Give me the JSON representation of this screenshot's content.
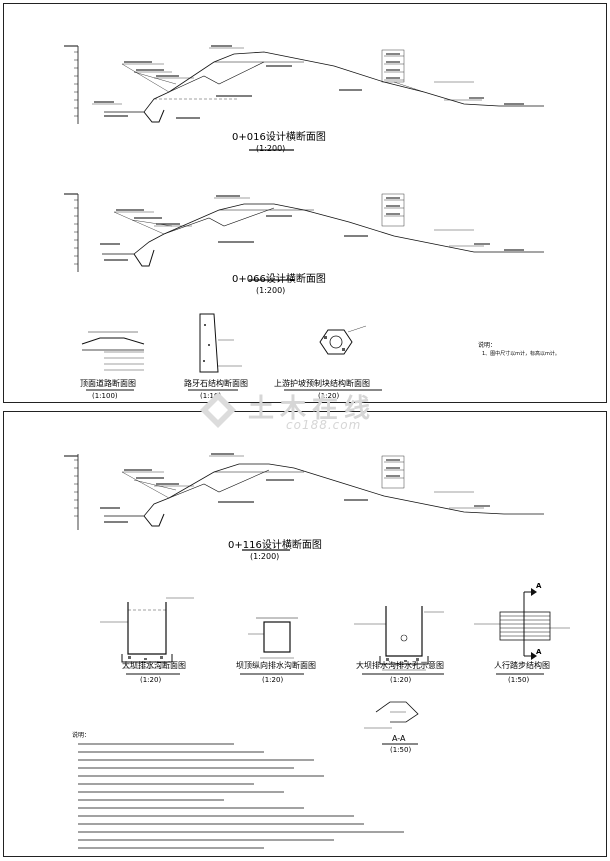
{
  "sheet1": {
    "section1": {
      "title": "0+016设计横断面图",
      "scale": "(1:200)"
    },
    "section2": {
      "title": "0+066设计横断面图",
      "scale": "(1:200)"
    },
    "detail_road": {
      "title": "顶面道路断面图",
      "scale": "(1:100)"
    },
    "detail_curb": {
      "title": "路牙石结构断面图",
      "scale": "(1:10)"
    },
    "detail_hex": {
      "title": "上游护坡预制块结构断面图",
      "scale": "(1:20)"
    },
    "note": "说明：",
    "note_line": "1、图中尺寸以m计，标高以m计。"
  },
  "sheet2": {
    "section3": {
      "title": "0+116设计横断面图",
      "scale": "(1:200)"
    },
    "detail_ditch1": {
      "title": "大坝排水沟断面图",
      "scale": "(1:20)"
    },
    "detail_ditch2": {
      "title": "坝顶纵向排水沟断面图",
      "scale": "(1:20)"
    },
    "detail_ditch3": {
      "title": "大坝排水沟排水孔示意图",
      "scale": "(1:20)"
    },
    "detail_stair": {
      "title": "人行踏步结构图",
      "scale": "(1:50)"
    },
    "detail_aa": {
      "title": "A-A",
      "scale": "(1:50)"
    },
    "section_mark": "A",
    "notes_title": "说明："
  },
  "watermark": {
    "zh": "土木在线",
    "en": "co188.com"
  }
}
